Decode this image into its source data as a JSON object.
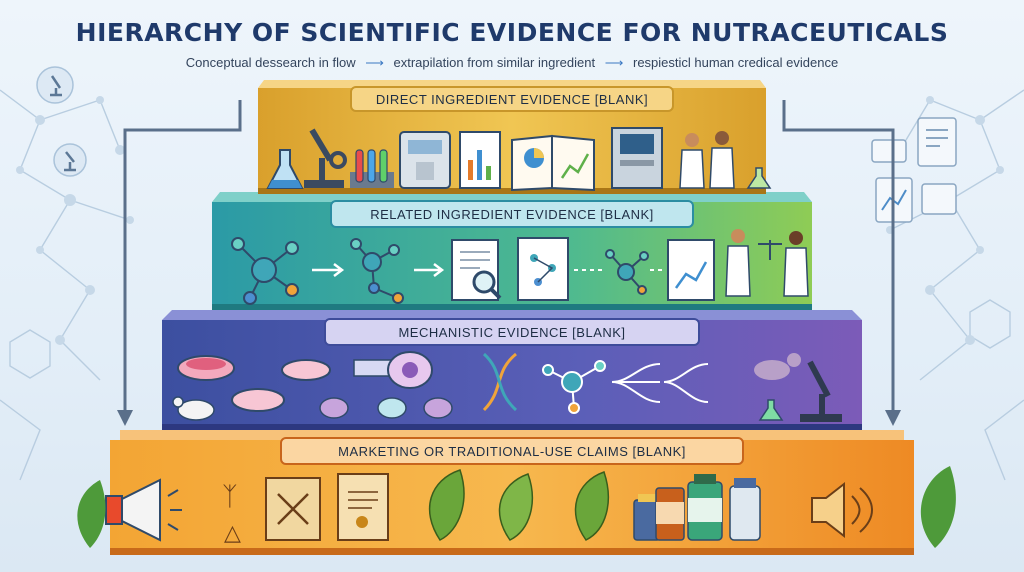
{
  "title": "HIERARCHY OF SCIENTIFIC EVIDENCE FOR NUTRACEUTICALS",
  "subtitle": {
    "part1": "Conceptual dessearch in flow",
    "part2": "extrapilation from similar ingredient",
    "part3": "respiesticl human credical evidence"
  },
  "tiers": [
    {
      "label": "DIRECT INGREDIENT EVIDENCE [BLANK]",
      "color": "#e6b43c"
    },
    {
      "label": "RELATED INGREDIENT EVIDENCE [BLANK]",
      "color": "#3aa6a0"
    },
    {
      "label": "MECHANISTIC EVIDENCE [BLANK]",
      "color": "#5b5fb8"
    },
    {
      "label": "MARKETING OR TRADITIONAL-USE CLAIMS [BLANK]",
      "color": "#f0962e"
    }
  ],
  "colors": {
    "title": "#1f3a6b",
    "arrow": "#5a6f8a"
  },
  "icons": [
    "flask-icon",
    "microscope-icon",
    "test-tubes-icon",
    "lab-machine-icon",
    "report-chart-icon",
    "open-book-icon",
    "computer-terminal-icon",
    "scientist-icon",
    "molecule-icon",
    "magnifier-document-icon",
    "balance-scale-icon",
    "petri-dish-icon",
    "mouse-icon",
    "cell-icon",
    "dna-icon",
    "cat-icon",
    "megaphone-icon",
    "scroll-icon",
    "leaf-icon",
    "supplement-bottle-icon",
    "speaker-icon"
  ]
}
